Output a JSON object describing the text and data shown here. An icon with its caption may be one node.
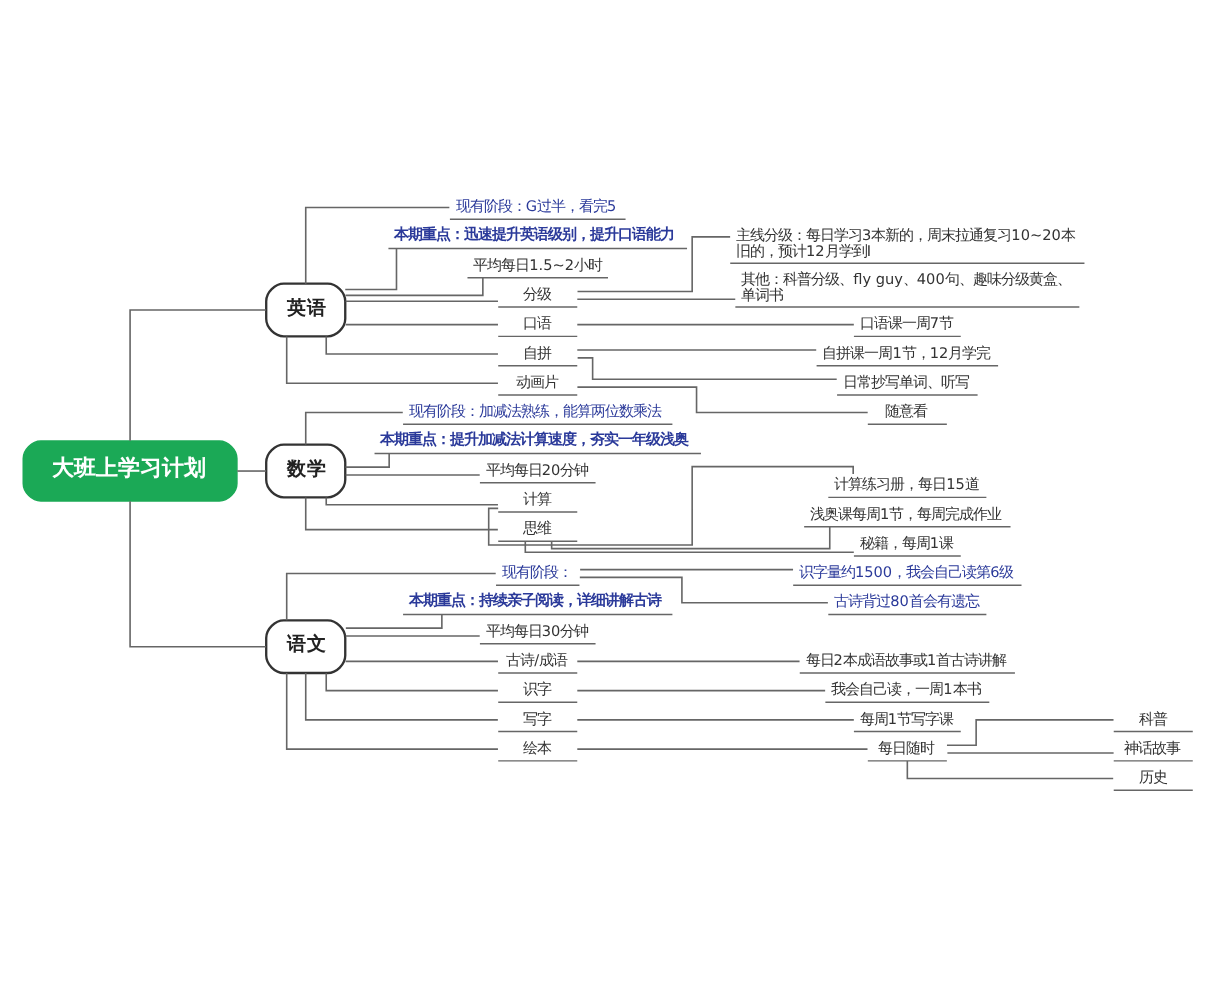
{
  "diagram": {
    "nodes": [
      {
        "text": [
          "大班上学习计划"
        ]
      },
      {
        "text": [
          "英语"
        ]
      },
      {
        "text": [
          "现有阶段：G过半，看完5"
        ]
      },
      {
        "text": [
          "本期重点：迅速提升英语级别，提升口语能力"
        ]
      },
      {
        "text": [
          "平均每日1.5~2小时"
        ]
      },
      {
        "text": [
          "分级"
        ]
      },
      {
        "text": [
          "主线分级：每日学习3本新的，周末拉通复习10~20本旧的，预计12月学到I"
        ]
      },
      {
        "text": [
          "其他：科普分级、fly guy、400句、趣味分级黄盒、单词书"
        ]
      },
      {
        "text": [
          "口语"
        ]
      },
      {
        "text": [
          "口语课一周7节"
        ]
      },
      {
        "text": [
          "自拼"
        ]
      },
      {
        "text": [
          "自拼课一周1节，12月学完"
        ]
      },
      {
        "text": [
          "日常抄写单词、听写"
        ]
      },
      {
        "text": [
          "动画片"
        ]
      },
      {
        "text": [
          "随意看"
        ]
      },
      {
        "text": [
          "数学"
        ]
      },
      {
        "text": [
          "现有阶段：加减法熟练，能算两位数乘法"
        ]
      },
      {
        "text": [
          "本期重点：提升加减法计算速度，夯实一年级浅奥"
        ]
      },
      {
        "text": [
          "平均每日20分钟"
        ]
      },
      {
        "text": [
          "计算"
        ]
      },
      {
        "text": [
          "计算练习册，每日15道"
        ]
      },
      {
        "text": [
          "思维"
        ]
      },
      {
        "text": [
          "浅奥课每周1节，每周完成作业"
        ]
      },
      {
        "text": [
          "秘籍，每周1课"
        ]
      },
      {
        "text": [
          "语文"
        ]
      },
      {
        "text": [
          "现有阶段："
        ]
      },
      {
        "text": [
          "识字量约1500，我会自己读第6级"
        ]
      },
      {
        "text": [
          "古诗背过80首会有遗忘"
        ]
      },
      {
        "text": [
          "本期重点：持续亲子阅读，详细讲解古诗"
        ]
      },
      {
        "text": [
          "平均每日30分钟"
        ]
      },
      {
        "text": [
          "古诗/成语"
        ]
      },
      {
        "text": [
          "每日2本成语故事或1首古诗讲解"
        ]
      },
      {
        "text": [
          "识字"
        ]
      },
      {
        "text": [
          "我会自己读，一周1本书"
        ]
      },
      {
        "text": [
          "写字"
        ]
      },
      {
        "text": [
          "每周1节写字课"
        ]
      },
      {
        "text": [
          "绘本"
        ]
      },
      {
        "text": [
          "每日随时"
        ]
      },
      {
        "text": [
          "科普"
        ]
      },
      {
        "text": [
          "神话故事"
        ]
      },
      {
        "text": [
          "历史"
        ]
      }
    ],
    "edges": [
      {
        "from": 0,
        "to": 1,
        "arrow": "none"
      },
      {
        "from": 0,
        "to": 15,
        "arrow": "none"
      },
      {
        "from": 0,
        "to": 24,
        "arrow": "none"
      },
      {
        "from": 1,
        "to": 2,
        "arrow": "none"
      },
      {
        "from": 1,
        "to": 3,
        "arrow": "none"
      },
      {
        "from": 1,
        "to": 4,
        "arrow": "none"
      },
      {
        "from": 1,
        "to": 5,
        "arrow": "none"
      },
      {
        "from": 5,
        "to": 6,
        "arrow": "none"
      },
      {
        "from": 5,
        "to": 7,
        "arrow": "none"
      },
      {
        "from": 1,
        "to": 8,
        "arrow": "none"
      },
      {
        "from": 8,
        "to": 9,
        "arrow": "none"
      },
      {
        "from": 1,
        "to": 10,
        "arrow": "none"
      },
      {
        "from": 10,
        "to": 11,
        "arrow": "none"
      },
      {
        "from": 10,
        "to": 12,
        "arrow": "none"
      },
      {
        "from": 1,
        "to": 13,
        "arrow": "none"
      },
      {
        "from": 13,
        "to": 14,
        "arrow": "none"
      },
      {
        "from": 15,
        "to": 16,
        "arrow": "none"
      },
      {
        "from": 15,
        "to": 17,
        "arrow": "none"
      },
      {
        "from": 15,
        "to": 18,
        "arrow": "none"
      },
      {
        "from": 15,
        "to": 19,
        "arrow": "none"
      },
      {
        "from": 19,
        "to": 20,
        "arrow": "none"
      },
      {
        "from": 15,
        "to": 21,
        "arrow": "none"
      },
      {
        "from": 21,
        "to": 22,
        "arrow": "none"
      },
      {
        "from": 21,
        "to": 23,
        "arrow": "none"
      },
      {
        "from": 24,
        "to": 25,
        "arrow": "none"
      },
      {
        "from": 25,
        "to": 26,
        "arrow": "none"
      },
      {
        "from": 25,
        "to": 27,
        "arrow": "none"
      },
      {
        "from": 24,
        "to": 28,
        "arrow": "none"
      },
      {
        "from": 24,
        "to": 29,
        "arrow": "none"
      },
      {
        "from": 24,
        "to": 30,
        "arrow": "none"
      },
      {
        "from": 30,
        "to": 31,
        "arrow": "none"
      },
      {
        "from": 24,
        "to": 32,
        "arrow": "none"
      },
      {
        "from": 32,
        "to": 33,
        "arrow": "none"
      },
      {
        "from": 24,
        "to": 34,
        "arrow": "none"
      },
      {
        "from": 34,
        "to": 35,
        "arrow": "none"
      },
      {
        "from": 24,
        "to": 36,
        "arrow": "none"
      },
      {
        "from": 36,
        "to": 37,
        "arrow": "none"
      },
      {
        "from": 37,
        "to": 38,
        "arrow": "none"
      },
      {
        "from": 37,
        "to": 39,
        "arrow": "none"
      },
      {
        "from": 37,
        "to": 40,
        "arrow": "none"
      }
    ]
  }
}
